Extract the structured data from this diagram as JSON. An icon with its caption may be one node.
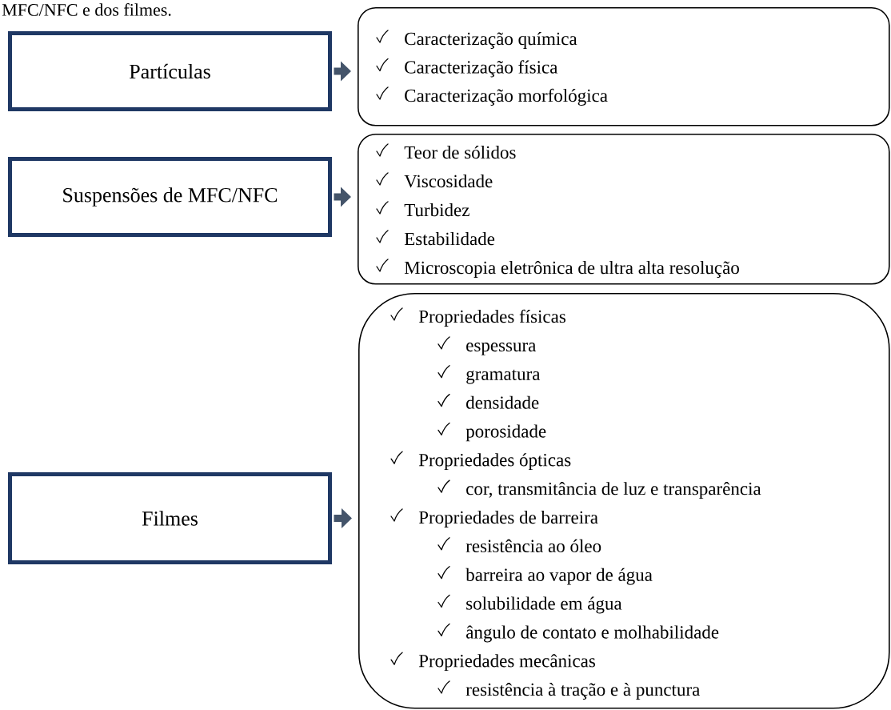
{
  "diagram": {
    "nodes": [
      {
        "text": [
          "Partículas"
        ]
      },
      {
        "text": [
          "Caracterização química",
          "Caracterização física",
          "Caracterização morfológica"
        ]
      },
      {
        "text": [
          "Suspensões de MFC/NFC"
        ]
      },
      {
        "text": [
          "Teor de sólidos",
          "Viscosidade",
          "Turbidez",
          "Estabilidade",
          "Microscopia eletrônica de ultra alta resolução"
        ]
      },
      {
        "text": [
          "Filmes"
        ]
      },
      {
        "text": [
          "Propriedades físicas",
          "espessura",
          "gramatura",
          "densidade",
          "porosidade",
          "Propriedades ópticas",
          "cor, transmitância de luz e transparência",
          "Propriedades de barreira",
          "resistência ao óleo",
          "barreira ao vapor de água",
          "solubilidade em água",
          "ângulo de contato e molhabilidade",
          "Propriedades mecânicas",
          "resistência à tração e à punctura"
        ]
      }
    ],
    "edges": [
      {
        "from": 0,
        "to": 1,
        "arrow": "to"
      },
      {
        "from": 2,
        "to": 3,
        "arrow": "to"
      },
      {
        "from": 4,
        "to": 5,
        "arrow": "to"
      }
    ],
    "labels": [
      "MFC/NFC e dos filmes."
    ]
  }
}
